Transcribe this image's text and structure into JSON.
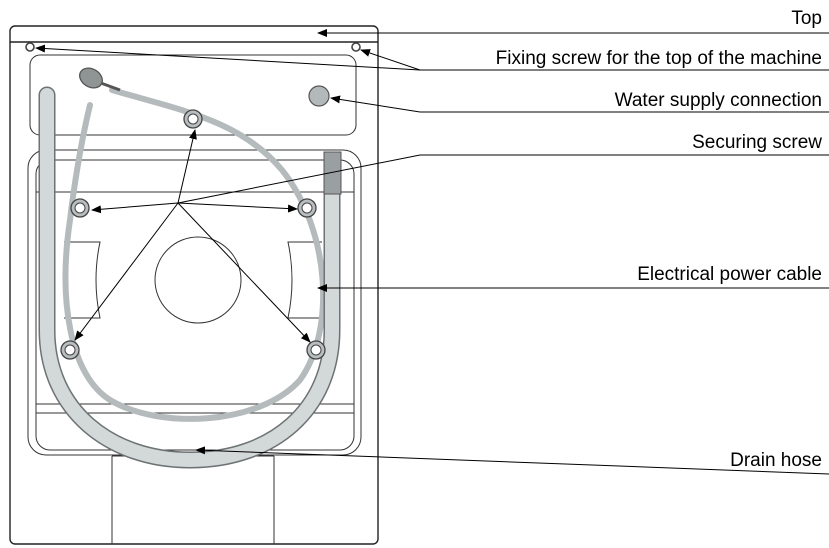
{
  "labels": {
    "top": "Top",
    "fixing_screw": "Fixing screw for the top of the machine",
    "water_supply": "Water supply connection",
    "securing_screw": "Securing screw",
    "power_cable": "Electrical power cable",
    "drain_hose": "Drain hose"
  },
  "colors": {
    "line": "#000000",
    "cable": "#b5bbbc",
    "hose_fill": "#d3d8d9",
    "hose_edge": "#6d7374",
    "screw_ring": "#b8bec0"
  }
}
